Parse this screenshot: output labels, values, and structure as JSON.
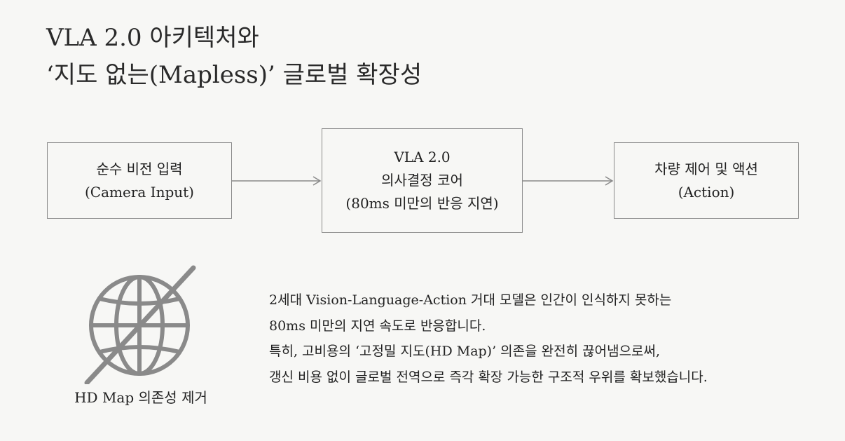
{
  "title": {
    "line1": "VLA 2.0 아키텍처와",
    "line2": "‘지도 없는(Mapless)’ 글로벌 확장성"
  },
  "flow": {
    "input": {
      "line1": "순수 비전 입력",
      "line2": "(Camera Input)"
    },
    "core": {
      "line1": "VLA 2.0",
      "line2": "의사결정 코어",
      "line3": "(80ms 미만의 반응 지연)"
    },
    "action": {
      "line1": "차량 제어 및 액션",
      "line2": "(Action)"
    }
  },
  "map_icon": {
    "icon": "crossed-out-globe-icon",
    "caption": "HD Map 의존성 제거"
  },
  "description": {
    "line1": "2세대 Vision-Language-Action 거대 모델은 인간이 인식하지 못하는",
    "line2": "80ms 미만의 지연 속도로 반응합니다.",
    "line3": "특히, 고비용의 ‘고정밀 지도(HD Map)’ 의존을 완전히 끊어냄으로써,",
    "line4": "갱신 비용 없이 글로벌 전역으로 즉각 확장 가능한 구조적 우위를 확보했습니다."
  },
  "colors": {
    "background": "#f7f7f5",
    "stroke": "#8a8a8a",
    "text": "#222222"
  }
}
